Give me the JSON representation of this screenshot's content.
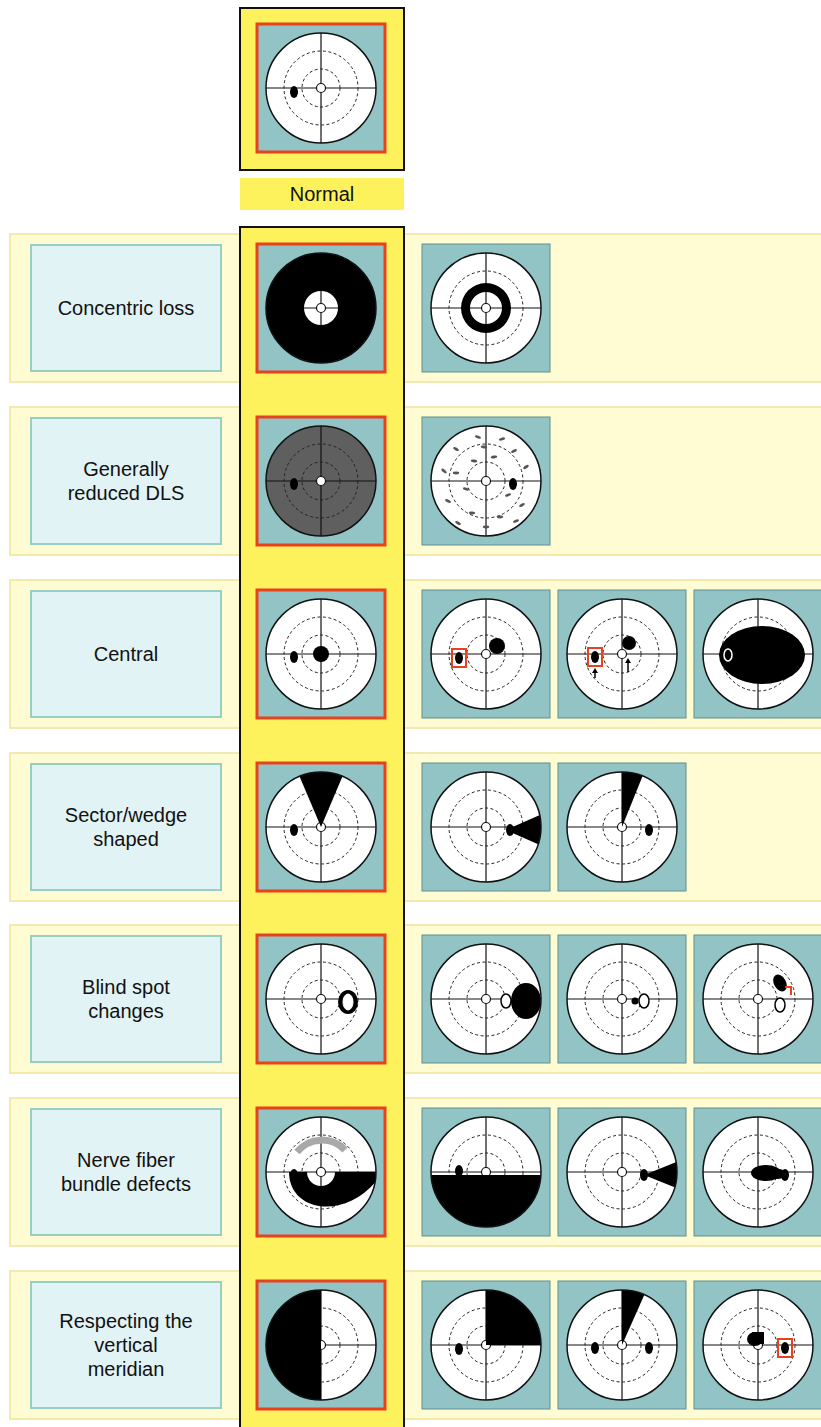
{
  "diagram": {
    "nodes": [
      {
        "text": [
          "Normal"
        ]
      },
      {
        "text": [
          "Concentric loss"
        ]
      },
      {
        "text": [
          "Generally reduced DLS"
        ]
      },
      {
        "text": [
          "Central"
        ]
      },
      {
        "text": [
          "Sector/wedge shaped"
        ]
      },
      {
        "text": [
          "Blind spot changes"
        ]
      },
      {
        "text": [
          "Nerve fiber bundle defects"
        ]
      },
      {
        "text": [
          "Respecting the vertical meridian"
        ]
      }
    ]
  }
}
